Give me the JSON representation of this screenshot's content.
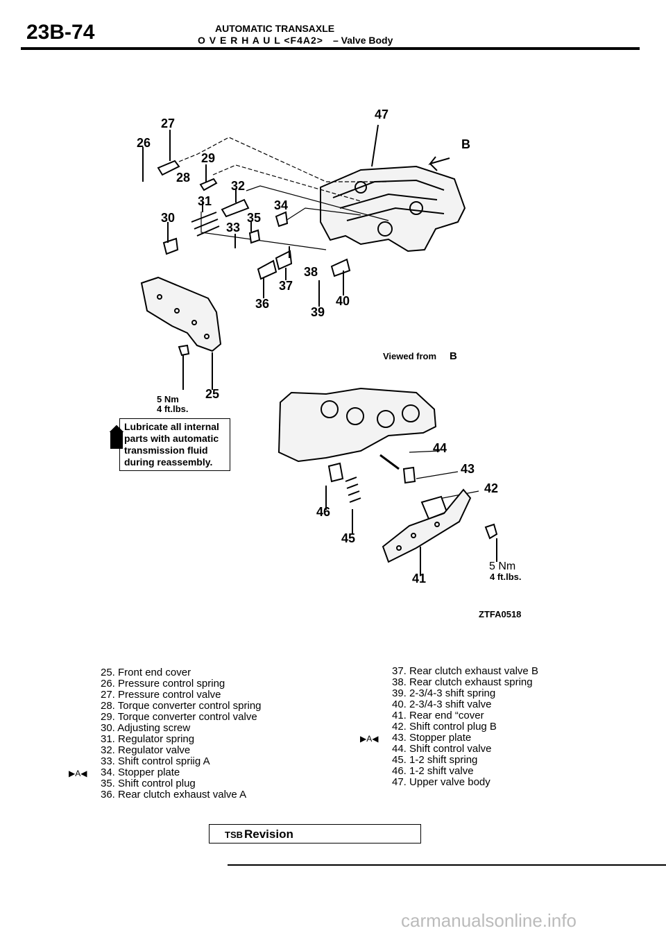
{
  "header": {
    "page_number": "23B-74",
    "section_title": "AUTOMATIC TRANSAXLE",
    "subtitle": "O V E R H A U L <F4A2>",
    "subsection": "– Valve Body"
  },
  "diagram": {
    "callouts": [
      "26",
      "27",
      "28",
      "29",
      "30",
      "31",
      "32",
      "33",
      "34",
      "35",
      "36",
      "37",
      "38",
      "39",
      "40",
      "47",
      "25",
      "44",
      "43",
      "42",
      "46",
      "45",
      "41"
    ],
    "view_arrow_letter": "B",
    "view_label": "Viewed from",
    "view_label_letter": "B",
    "torque_upper_nm": "5 Nm",
    "torque_upper_ftlbs": "4 ft.lbs.",
    "torque_lower_nm": "5 Nm",
    "torque_lower_ftlbs": "4 ft.lbs.",
    "lube_note": [
      "Lubricate all internal",
      "parts with automatic",
      "transmission fluid",
      "during reassembly."
    ],
    "figure_code": "ZTFA0518"
  },
  "legend_left": [
    {
      "text": "25. Front end cover"
    },
    {
      "text": "26. Pressure control spring"
    },
    {
      "text": "27. Pressure control valve"
    },
    {
      "text": "28. Torque converter control spring"
    },
    {
      "text": "29. Torque converter control valve"
    },
    {
      "text": "30. Adjusting screw"
    },
    {
      "text": "31. Regulator spring"
    },
    {
      "text": "32. Regulator valve"
    },
    {
      "text": "33. Shift control spriig A"
    },
    {
      "text": "34. Stopper plate",
      "marker": "▶A◀"
    },
    {
      "text": "35. Shift control plug"
    },
    {
      "text": "36. Rear clutch exhaust valve A"
    }
  ],
  "legend_right": [
    {
      "text": "37. Rear clutch exhaust valve B"
    },
    {
      "text": "38. Rear clutch exhaust spring"
    },
    {
      "text": "39. 2-3/4-3 shift spring"
    },
    {
      "text": "40. 2-3/4-3 shift valve"
    },
    {
      "text": "41. Rear end “cover"
    },
    {
      "text": "42. Shift control plug B"
    },
    {
      "text": "43. Stopper plate",
      "marker": "▶A◀"
    },
    {
      "text": "44. Shift control valve"
    },
    {
      "text": "45. 1-2 shift spring"
    },
    {
      "text": "46. 1-2 shift valve"
    },
    {
      "text": "47. Upper valve body"
    }
  ],
  "footer": {
    "tsb_prefix": "TSB",
    "tsb_label": "Revision",
    "watermark": "carmanualsonline.info"
  }
}
